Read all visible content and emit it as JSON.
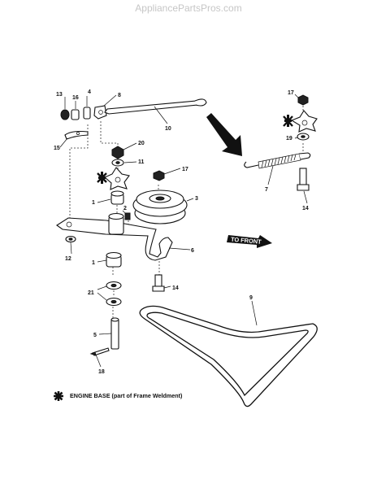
{
  "watermark": "AppliancePartsPros.com",
  "callouts": {
    "p1": "1",
    "p1b": "1",
    "p2": "2",
    "p3": "3",
    "p4": "4",
    "p5": "5",
    "p6": "6",
    "p7": "7",
    "p8": "8",
    "p9": "9",
    "p10": "10",
    "p11": "11",
    "p12": "12",
    "p13": "13",
    "p14": "14",
    "p14b": "14",
    "p15": "15",
    "p16": "16",
    "p17": "17",
    "p17b": "17",
    "p18": "18",
    "p19": "19",
    "p20": "20",
    "p21": "21"
  },
  "direction_label": "TO FRONT",
  "legend": {
    "symbol": "*",
    "text": "ENGINE BASE (part of Frame Weldment)"
  }
}
